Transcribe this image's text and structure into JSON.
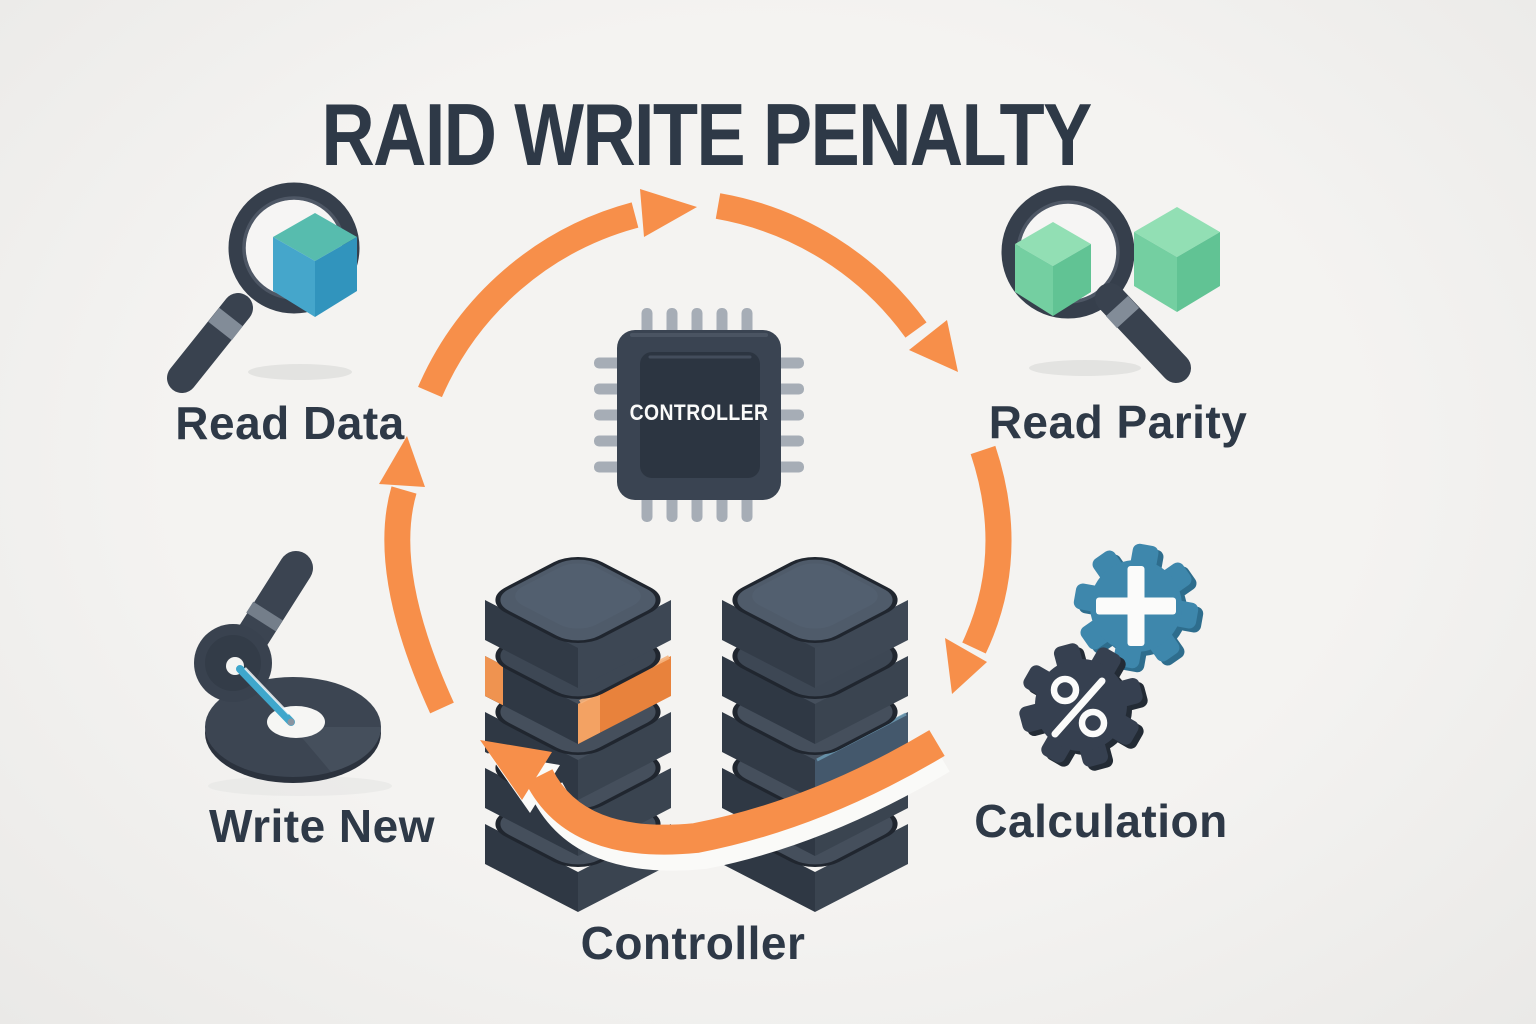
{
  "title": "RAID WRITE PENALTY",
  "steps": {
    "read_data": "Read Data",
    "read_parity": "Read Parity",
    "calculation": "Calculation",
    "write_new": "Write New",
    "controller_stacks": "Controller",
    "controller_chip": "CONTROLLER"
  },
  "icon_names": {
    "read_data": "magnifier-cube-icon",
    "read_parity": "magnifier-parity-cubes-icon",
    "controller_chip": "cpu-chip-icon",
    "calculation": "gears-plus-percent-icon",
    "write_new": "disc-write-head-icon",
    "controller_stacks": "disk-stacks-icon",
    "flow": "circular-orange-arrows"
  },
  "colors": {
    "background": "#f1f1ef",
    "ink": "#2e3947",
    "orange": "#f78f4a",
    "white_band": "#fafaf8",
    "slate": "#39424f",
    "slate_dark": "#2c3541",
    "slate_mid": "#3a4452",
    "pin_gray": "#a6adb6",
    "cube_teal_top": "#57bcae",
    "cube_blue_left": "#45a6cb",
    "cube_blue_right": "#3194bd",
    "cube_green_top": "#92dfb4",
    "cube_green_left": "#74cfa1",
    "cube_green_right": "#61c394",
    "gear_blue": "#3e87ac",
    "gear_dark": "#364050",
    "stylus_blue": "#3fa7cc",
    "stack_top": "#4f5b6a",
    "stack_left": "#2f3844",
    "stack_right": "#3a4450",
    "stripe_orange": "#e8823c",
    "stripe_blue": "#44586c"
  }
}
